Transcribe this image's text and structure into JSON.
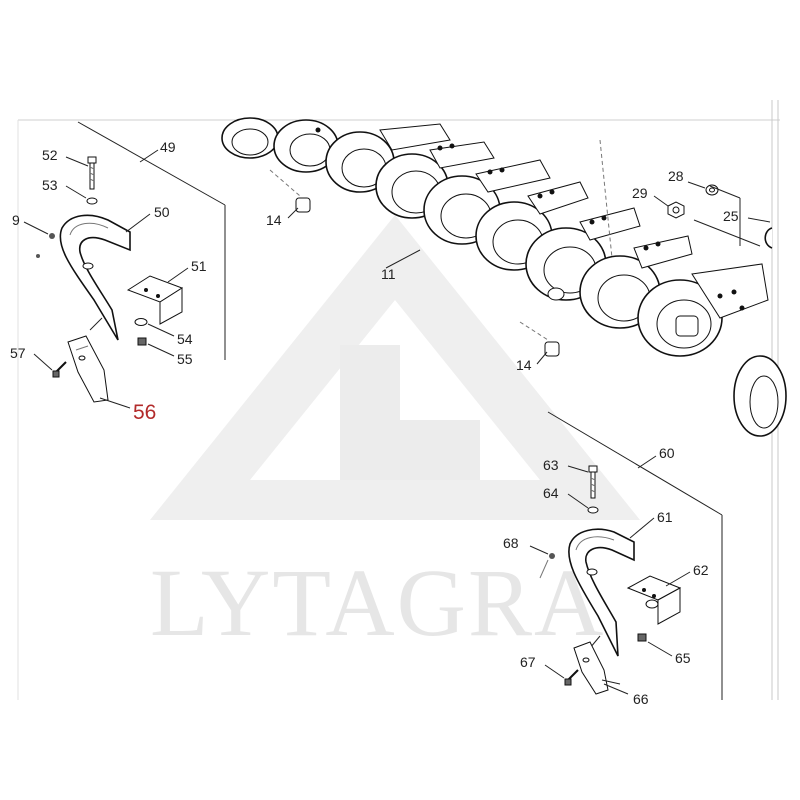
{
  "watermark": {
    "text": "LYTAGRA"
  },
  "callouts": {
    "c9": "9",
    "c11": "11",
    "c14a": "14",
    "c14b": "14",
    "c25": "25",
    "c28": "28",
    "c29": "29",
    "c49": "49",
    "c50": "50",
    "c51": "51",
    "c52": "52",
    "c53": "53",
    "c54": "54",
    "c55": "55",
    "c56": "56",
    "c57": "57",
    "c60": "60",
    "c61": "61",
    "c62": "62",
    "c63": "63",
    "c64": "64",
    "c65": "65",
    "c66": "66",
    "c67": "67",
    "c68": "68"
  },
  "colors": {
    "highlight": "#b22a2a",
    "watermark": "#e6e6e6",
    "ink": "#111111"
  }
}
